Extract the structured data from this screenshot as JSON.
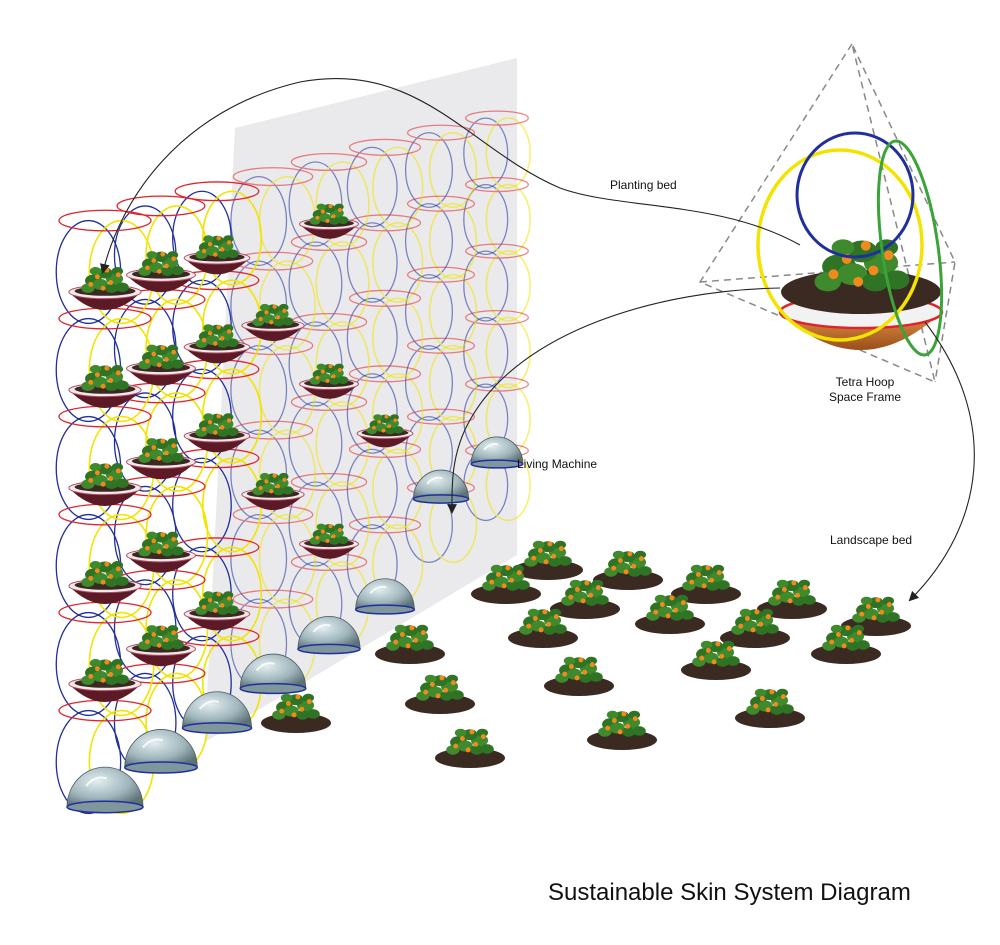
{
  "diagram": {
    "title": "Sustainable Skin System Diagram",
    "labels": {
      "planting_bed": "Planting bed",
      "tetra_hoop_line1": "Tetra Hoop",
      "tetra_hoop_line2": "Space Frame",
      "living_machine": "Living Machine",
      "landscape_bed": "Landscape bed"
    },
    "colors": {
      "hoop_red": "#e0232a",
      "hoop_yellow": "#f2e400",
      "hoop_blue": "#1f2f9c",
      "hoop_green": "#3aa33a",
      "foliage": "#3e8a2c",
      "flower": "#f08a1e",
      "soil": "#3a2a22",
      "bowl_maroon": "#5c1a26",
      "bowl_terracotta": "#c8702a",
      "dome_glass": "#8fa8b0",
      "screen_panel": "#d8d8dc",
      "arrow": "#222222"
    }
  }
}
